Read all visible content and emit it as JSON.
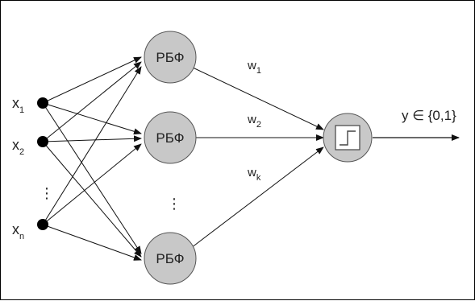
{
  "inputs": [
    {
      "base": "x",
      "sub": "1"
    },
    {
      "base": "x",
      "sub": "2"
    },
    {
      "base": "x",
      "sub": "n"
    }
  ],
  "input_ellipsis": "⋮",
  "hidden_nodes": [
    {
      "label": "РБФ"
    },
    {
      "label": "РБФ"
    },
    {
      "label": "РБФ"
    }
  ],
  "hidden_ellipsis": "⋮",
  "weights": [
    {
      "base": "w",
      "sub": "1"
    },
    {
      "base": "w",
      "sub": "2"
    },
    {
      "base": "w",
      "sub": "k"
    }
  ],
  "output": {
    "node_icon": "step-function-icon",
    "label": "y ∈ {0,1}"
  },
  "colors": {
    "node_fill": "#c8c8c8",
    "node_stroke": "#555555",
    "edge": "#111111",
    "input_dot": "#000000"
  }
}
